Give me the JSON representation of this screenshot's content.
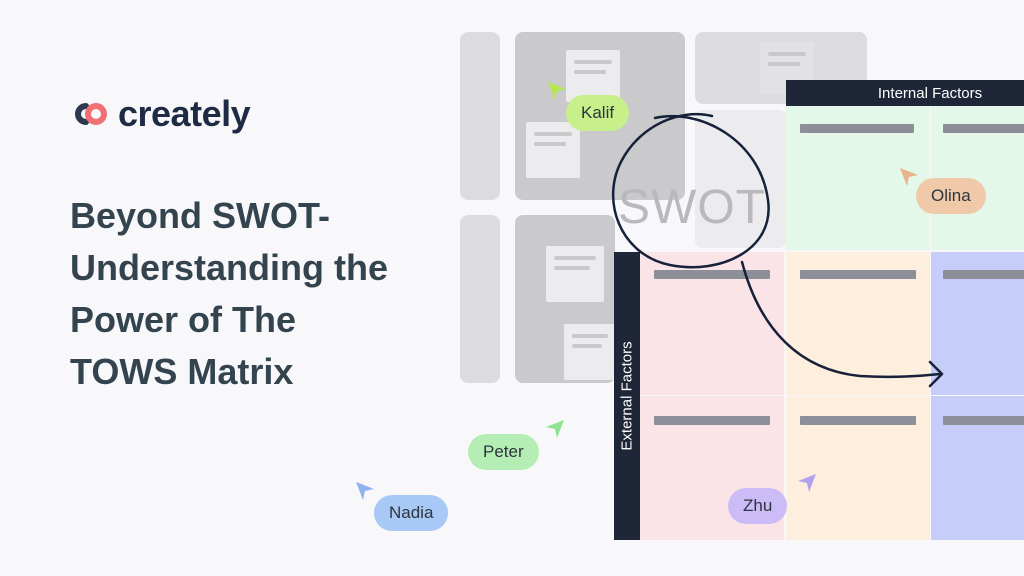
{
  "brand": {
    "name": "creately"
  },
  "headline": {
    "lines": [
      "Beyond SWOT-",
      "Understanding the",
      "Power of The",
      "TOWS Matrix"
    ]
  },
  "matrix": {
    "swot_label": "SWOT",
    "internal_factors_label": "Internal Factors",
    "external_factors_label": "External Factors"
  },
  "collaborators": [
    {
      "name": "Kalif",
      "color": "#c7f08a",
      "cursor_color": "#b5e64e"
    },
    {
      "name": "Olina",
      "color": "#f0c9a9",
      "cursor_color": "#eab48c"
    },
    {
      "name": "Peter",
      "color": "#b4eeb4",
      "cursor_color": "#8fe28f"
    },
    {
      "name": "Nadia",
      "color": "#a8c8f5",
      "cursor_color": "#8fb2ee"
    },
    {
      "name": "Zhu",
      "color": "#cbbcf7",
      "cursor_color": "#b3a1f0"
    }
  ],
  "colors": {
    "strengths_cell": "#e3f8e8",
    "threats_cell": "#fbe4e8",
    "opportunities_cell": "#fdeedd",
    "weaknesses_cell": "#c7cdf9",
    "header_dark": "#1f2637",
    "headline_text": "#34444f"
  }
}
